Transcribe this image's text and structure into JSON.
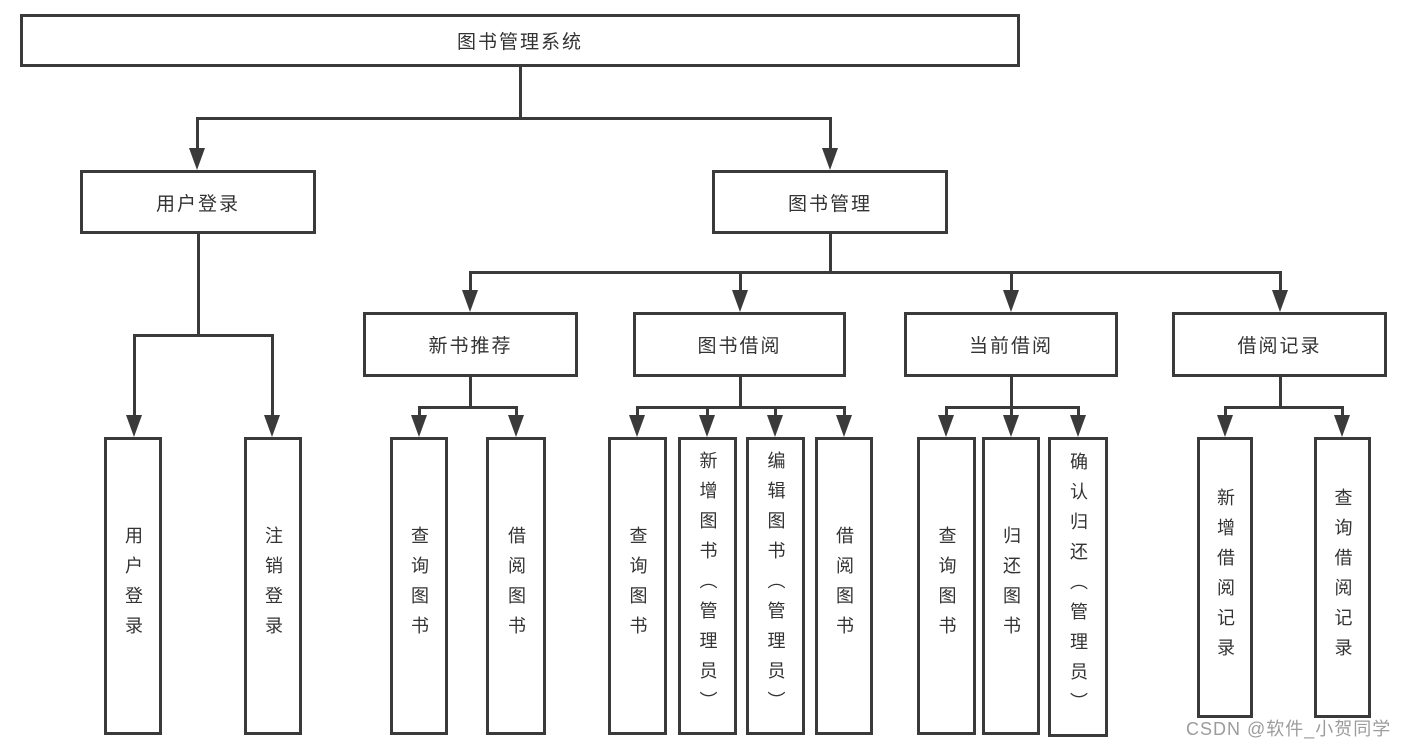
{
  "colors": {
    "line": "#3a3a3a",
    "text": "#333333",
    "watermark": "#9c9c9c",
    "background": "#ffffff"
  },
  "diagram": {
    "root": "图书管理系统",
    "level2": [
      "用户登录",
      "图书管理"
    ],
    "level3": [
      "新书推荐",
      "图书借阅",
      "当前借阅",
      "借阅记录"
    ],
    "leaves": {
      "user": [
        "用户登录",
        "注销登录"
      ],
      "recommend": [
        "查询图书",
        "借阅图书"
      ],
      "borrow": [
        "查询图书",
        "新增图书（管理员）",
        "编辑图书（管理员）",
        "借阅图书"
      ],
      "current": [
        "查询图书",
        "归还图书",
        "确认归还（管理员）"
      ],
      "record": [
        "新增借阅记录",
        "查询借阅记录"
      ]
    }
  },
  "watermark": "CSDN @软件_小贺同学"
}
